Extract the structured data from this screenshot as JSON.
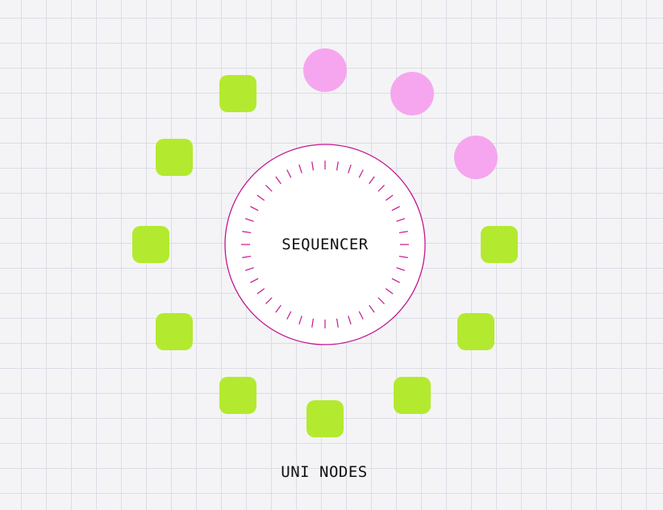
{
  "sequencer": {
    "label": "SEQUENCER",
    "tick_count": 40
  },
  "footer": {
    "label": "UNI NODES"
  },
  "colors": {
    "active_node": "#f6a6ee",
    "idle_node": "#b3ea2f",
    "ring": "#c4168f",
    "tick": "#c4168f"
  },
  "nodes": [
    {
      "name": "node-1",
      "state": "active"
    },
    {
      "name": "node-2",
      "state": "active"
    },
    {
      "name": "node-3",
      "state": "active"
    },
    {
      "name": "node-4",
      "state": "idle"
    },
    {
      "name": "node-5",
      "state": "idle"
    },
    {
      "name": "node-6",
      "state": "idle"
    },
    {
      "name": "node-7",
      "state": "idle"
    },
    {
      "name": "node-8",
      "state": "idle"
    },
    {
      "name": "node-9",
      "state": "idle"
    },
    {
      "name": "node-10",
      "state": "idle"
    },
    {
      "name": "node-11",
      "state": "idle"
    },
    {
      "name": "node-12",
      "state": "idle"
    }
  ]
}
